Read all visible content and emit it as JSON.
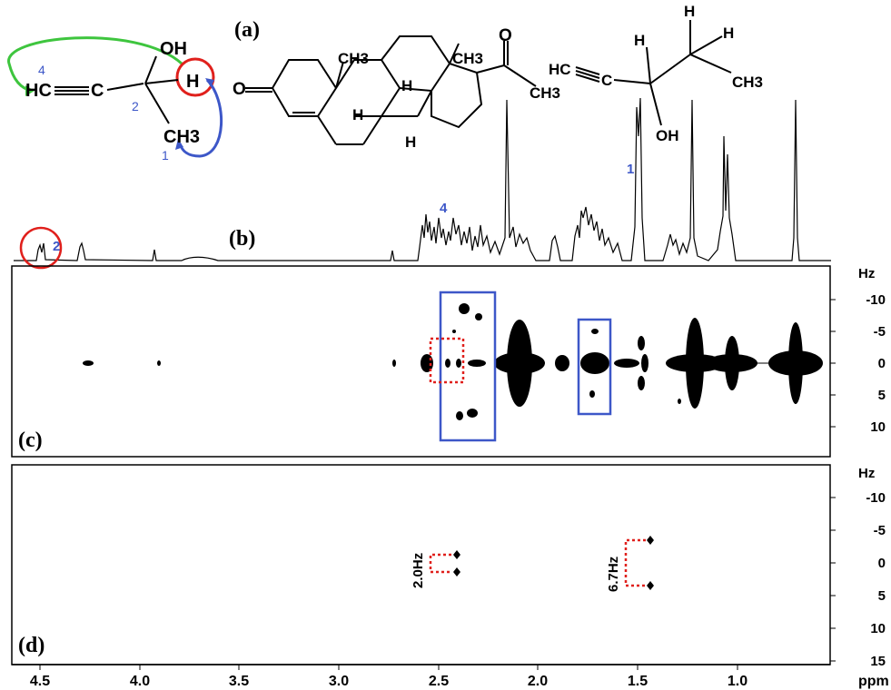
{
  "panel_labels": {
    "a": "(a)",
    "b": "(b)",
    "c": "(c)",
    "d": "(d)"
  },
  "molecule_small": {
    "oh": "OH",
    "h": "H",
    "hc": "HC",
    "c": "C",
    "ch3": "CH3",
    "num_4": "4",
    "num_2": "2",
    "num_1": "1"
  },
  "steroid": {
    "ch3_a": "CH3",
    "ch3_b": "CH3",
    "o_ketone": "O",
    "o_ring": "O",
    "ch3_tail": "CH3",
    "h_a": "H",
    "h_b": "H",
    "h_c": "H"
  },
  "butynol": {
    "hc": "HC",
    "c": "C",
    "oh": "OH",
    "h_a": "H",
    "h_b": "H",
    "h_c": "H",
    "ch3": "CH3"
  },
  "spectrum_labels": {
    "peak_1": "1",
    "peak_4": "4",
    "peak_2": "2"
  },
  "y_axis": {
    "unit": "Hz",
    "ticks": [
      "-10",
      "-5",
      "0",
      "5",
      "10"
    ],
    "ticks_d": [
      "-10",
      "-5",
      "0",
      "5",
      "10",
      "15"
    ]
  },
  "x_axis": {
    "unit": "ppm",
    "ticks": [
      "4.5",
      "4.0",
      "3.5",
      "3.0",
      "2.5",
      "2.0",
      "1.5",
      "1.0"
    ]
  },
  "annotations": {
    "coupling_a": "2.0Hz",
    "coupling_b": "6.7Hz"
  },
  "colors": {
    "red": "#e0201c",
    "blue": "#3d57c8",
    "green": "#3ec53e",
    "black": "#000000"
  }
}
